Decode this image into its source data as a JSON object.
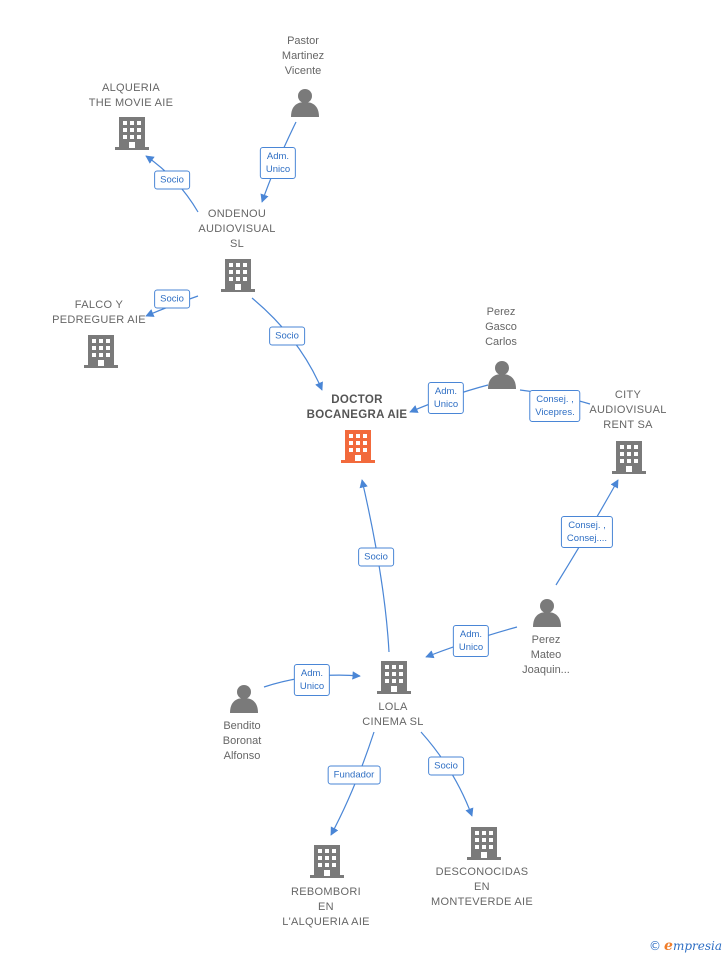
{
  "colors": {
    "edge": "#4a86d6",
    "icon": "#7a7a7a",
    "focus": "#f26a3c",
    "text": "#666666"
  },
  "nodes": {
    "alqueria_movie": {
      "label": "ALQUERIA\nTHE MOVIE AIE",
      "kind": "company",
      "icon": "building-icon"
    },
    "pastor": {
      "label": "Pastor\nMartinez\nVicente",
      "kind": "person",
      "icon": "person-icon"
    },
    "ondenou": {
      "label": "ONDENOU\nAUDIOVISUAL\nSL",
      "kind": "company",
      "icon": "building-icon"
    },
    "falco": {
      "label": "FALCO Y\nPEDREGUER AIE",
      "kind": "company",
      "icon": "building-icon"
    },
    "perez_gasco": {
      "label": "Perez\nGasco\nCarlos",
      "kind": "person",
      "icon": "person-icon"
    },
    "doctor": {
      "label": "DOCTOR\nBOCANEGRA AIE",
      "kind": "company-focus",
      "icon": "building-icon"
    },
    "city": {
      "label": "CITY\nAUDIOVISUAL\nRENT SA",
      "kind": "company",
      "icon": "building-icon"
    },
    "perez_mateo": {
      "label": "Perez\nMateo\nJoaquin...",
      "kind": "person",
      "icon": "person-icon"
    },
    "lola": {
      "label": "LOLA\nCINEMA  SL",
      "kind": "company",
      "icon": "building-icon"
    },
    "bendito": {
      "label": "Bendito\nBoronat\nAlfonso",
      "kind": "person",
      "icon": "person-icon"
    },
    "rebombori": {
      "label": "REBOMBORI\nEN\nL'ALQUERIA AIE",
      "kind": "company",
      "icon": "building-icon"
    },
    "desconocidas": {
      "label": "DESCONOCIDAS\nEN\nMONTEVERDE AIE",
      "kind": "company",
      "icon": "building-icon"
    }
  },
  "edges": {
    "ondenou_alqueria": {
      "label": "Socio"
    },
    "pastor_ondenou": {
      "label": "Adm.\nUnico"
    },
    "ondenou_falco": {
      "label": "Socio"
    },
    "ondenou_doctor": {
      "label": "Socio"
    },
    "gasco_doctor": {
      "label": "Adm.\nUnico"
    },
    "gasco_city": {
      "label": "Consej. ,\nVicepres."
    },
    "mateo_city": {
      "label": "Consej. ,\nConsej...."
    },
    "mateo_lola": {
      "label": "Adm.\nUnico"
    },
    "lola_doctor": {
      "label": "Socio"
    },
    "bendito_lola": {
      "label": "Adm.\nUnico"
    },
    "lola_rebombori": {
      "label": "Fundador"
    },
    "lola_desconocidas": {
      "label": "Socio"
    }
  },
  "brand": {
    "copyright": "©",
    "initial": "e",
    "name": "mpresia"
  }
}
